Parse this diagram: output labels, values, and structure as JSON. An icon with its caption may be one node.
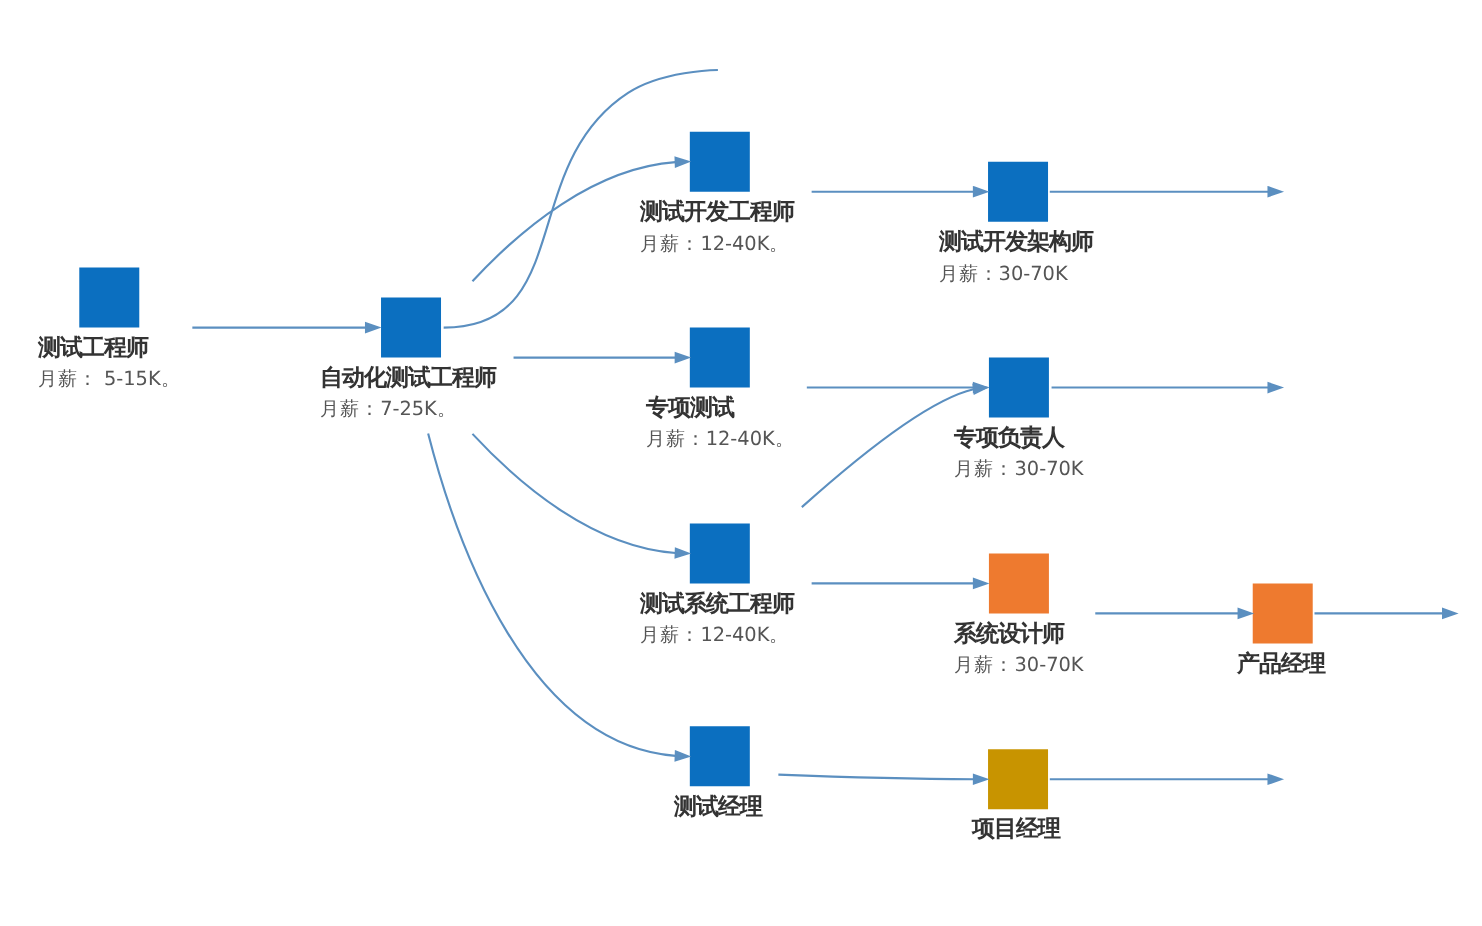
{
  "diagram": {
    "nodes": [
      {
        "text": [
          "测试工程师",
          "月薪： 5-15K。"
        ]
      },
      {
        "text": [
          "自动化测试工程师",
          "月薪：7-25K。"
        ]
      },
      {
        "text": [
          "测试开发工程师",
          "月薪：12-40K。"
        ]
      },
      {
        "text": [
          "测试开发架构师",
          "月薪：30-70K"
        ]
      },
      {
        "text": [
          "专项测试",
          "月薪：12-40K。"
        ]
      },
      {
        "text": [
          "专项负责人",
          "月薪：30-70K"
        ]
      },
      {
        "text": [
          "测试系统工程师",
          "月薪：12-40K。"
        ]
      },
      {
        "text": [
          "系统设计师",
          "月薪：30-70K"
        ]
      },
      {
        "text": [
          "产品经理"
        ]
      },
      {
        "text": [
          "测试经理"
        ]
      },
      {
        "text": [
          "项目经理"
        ]
      }
    ],
    "edges": [
      {
        "from": 0,
        "to": 1,
        "arrow": "to"
      },
      {
        "from": 1,
        "to": 2,
        "arrow": "to"
      },
      {
        "from": 1,
        "to": 4,
        "arrow": "to"
      },
      {
        "from": 1,
        "to": 6,
        "arrow": "to"
      },
      {
        "from": 1,
        "to": 9,
        "arrow": "to"
      },
      {
        "from": 1,
        "to": null,
        "arrow": "none"
      },
      {
        "from": 2,
        "to": 3,
        "arrow": "to"
      },
      {
        "from": 3,
        "to": null,
        "arrow": "to"
      },
      {
        "from": 4,
        "to": 5,
        "arrow": "to"
      },
      {
        "from": 6,
        "to": 5,
        "arrow": "to"
      },
      {
        "from": 5,
        "to": null,
        "arrow": "to"
      },
      {
        "from": 6,
        "to": 7,
        "arrow": "to"
      },
      {
        "from": 7,
        "to": 8,
        "arrow": "to"
      },
      {
        "from": 8,
        "to": null,
        "arrow": "to"
      },
      {
        "from": 9,
        "to": 10,
        "arrow": "to"
      },
      {
        "from": 10,
        "to": null,
        "arrow": "to"
      }
    ]
  }
}
